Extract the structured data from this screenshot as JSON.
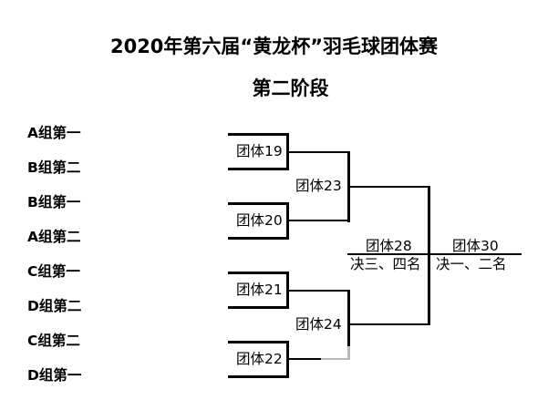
{
  "header": {
    "title": "2020年第六届“黄龙杯”羽毛球团体赛",
    "subtitle": "第二阶段"
  },
  "seeds": [
    {
      "label": "A组第一"
    },
    {
      "label": "B组第二"
    },
    {
      "label": "B组第一"
    },
    {
      "label": "A组第二"
    },
    {
      "label": "C组第一"
    },
    {
      "label": "D组第二"
    },
    {
      "label": "C组第二"
    },
    {
      "label": "D组第一"
    }
  ],
  "round1": [
    {
      "label": "团体19"
    },
    {
      "label": "团体20"
    },
    {
      "label": "团体21"
    },
    {
      "label": "团体22"
    }
  ],
  "round2": [
    {
      "label": "团体23"
    },
    {
      "label": "团体24"
    }
  ],
  "finals": {
    "third_place": {
      "match": "团体28",
      "desc": "决三、四名"
    },
    "final": {
      "match": "团体30",
      "desc": "决一、二名"
    }
  },
  "colors": {
    "line": "#000000",
    "background": "#ffffff",
    "faded_segment": "#b8b8b8"
  }
}
